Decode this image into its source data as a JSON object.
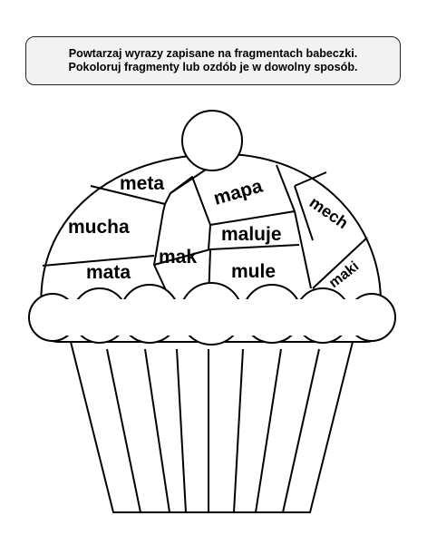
{
  "instruction": {
    "line1": "Powtarzaj wyrazy zapisane na fragmentach babeczki.",
    "line2": "Pokoloruj fragmenty lub ozdób je w dowolny sposób."
  },
  "cupcake": {
    "fragments": [
      {
        "key": "meta",
        "word": "meta"
      },
      {
        "key": "mapa",
        "word": "mapa"
      },
      {
        "key": "mech",
        "word": "mech"
      },
      {
        "key": "mucha",
        "word": "mucha"
      },
      {
        "key": "maluje",
        "word": "maluje"
      },
      {
        "key": "mak",
        "word": "mak"
      },
      {
        "key": "mata",
        "word": "mata"
      },
      {
        "key": "mule",
        "word": "mule"
      },
      {
        "key": "maki",
        "word": "maki"
      }
    ]
  },
  "colors": {
    "outline": "#000000",
    "box_fill": "#f2f2f2",
    "fragment_fill": "#ffffff"
  }
}
